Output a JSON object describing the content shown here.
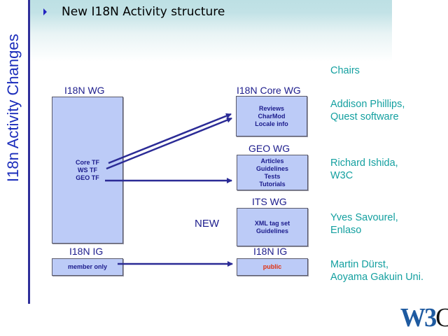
{
  "slide": {
    "side_title": "I18n Activity Changes",
    "title": "New I18N Activity structure",
    "bullet_icon": "triangle-bullet-icon"
  },
  "diagram": {
    "left": {
      "wg_label": "I18N WG",
      "wg_items": [
        "Core TF",
        "WS TF",
        "GEO TF"
      ],
      "ig_label": "I18N IG",
      "ig_box": "member only"
    },
    "right": {
      "core_label": "I18N Core WG",
      "core_items": [
        "Reviews",
        "CharMod",
        "Locale info"
      ],
      "geo_label": "GEO WG",
      "geo_items": [
        "Articles",
        "Guidelines",
        "Tests",
        "Tutorials"
      ],
      "its_label": "ITS WG",
      "its_items": [
        "XML tag set",
        "Guidelines"
      ],
      "ig_label": "I18N IG",
      "ig_box": "public"
    },
    "new_label": "NEW",
    "colors": {
      "box_fill": "#bccbf7",
      "arrow": "#2b2b96",
      "label": "#1c1c8c",
      "public_text": "#e03010"
    }
  },
  "chairs": {
    "heading": "Chairs",
    "people": [
      {
        "name": "Addison Phillips,",
        "org": "Quest software"
      },
      {
        "name": "Richard Ishida,",
        "org": "W3C"
      },
      {
        "name": "Yves Savourel,",
        "org": "Enlaso"
      },
      {
        "name": "Martin Dürst,",
        "org": "Aoyama Gakuin Uni."
      }
    ],
    "color": "#14a0a0"
  },
  "logo": {
    "w3_text": "W3",
    "c_text": "C"
  }
}
